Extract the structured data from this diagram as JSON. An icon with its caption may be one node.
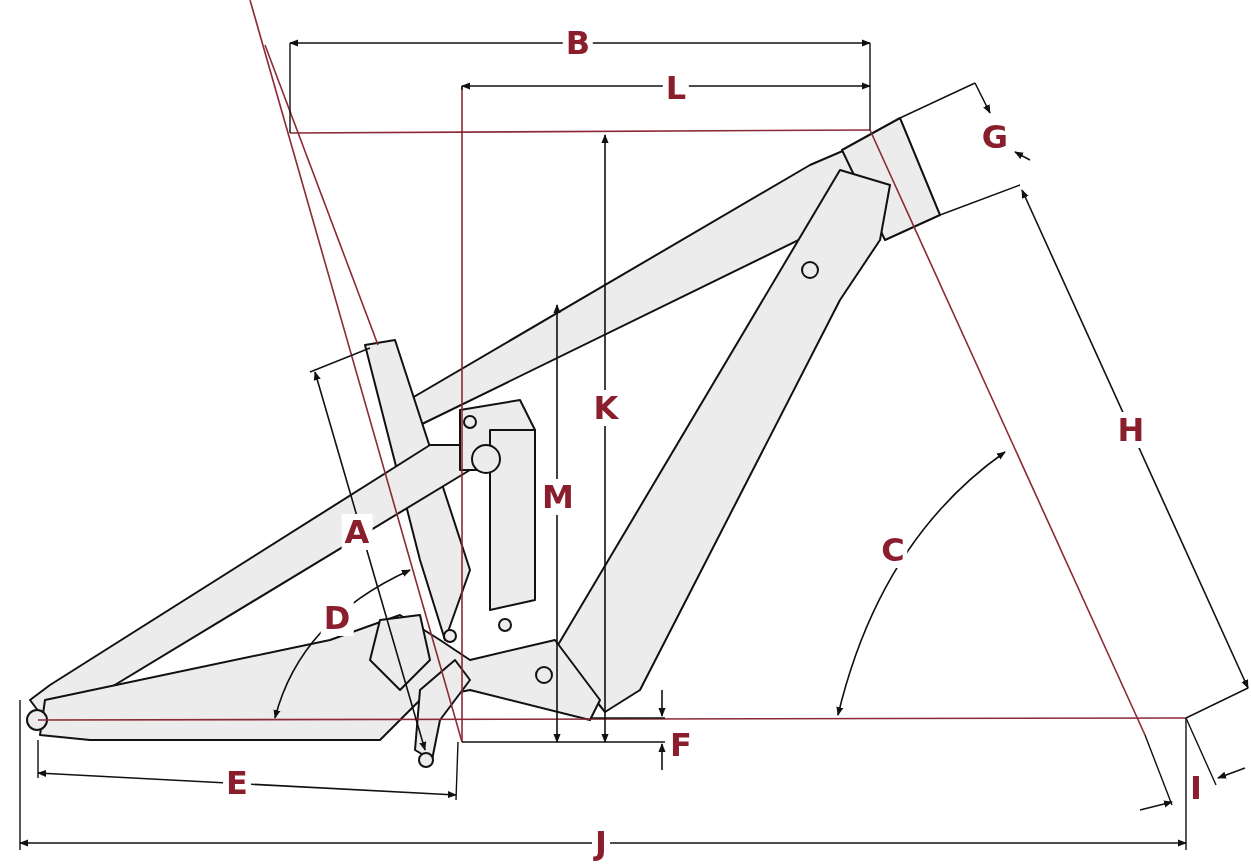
{
  "diagram": {
    "labels": [
      "B",
      "L",
      "G",
      "K",
      "H",
      "M",
      "A",
      "C",
      "D",
      "F",
      "E",
      "I",
      "J"
    ]
  }
}
